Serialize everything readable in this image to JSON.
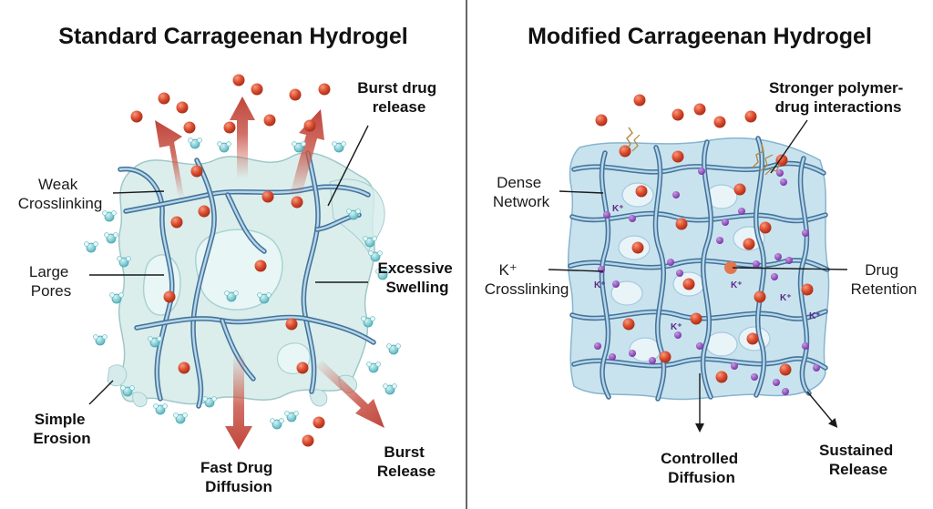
{
  "panels": {
    "standard": {
      "title": "Standard Carrageenan Hydrogel",
      "labels": {
        "weak_1": "Weak",
        "weak_2": "Crosslinking",
        "pores_1": "Large",
        "pores_2": "Pores",
        "erosion_1": "Simple",
        "erosion_2": "Erosion",
        "fast_1": "Fast Drug",
        "fast_2": "Diffusion",
        "burst_top_1": "Burst drug",
        "burst_top_2": "release",
        "swelling_1": "Excessive",
        "swelling_2": "Swelling",
        "burst_bottom_1": "Burst",
        "burst_bottom_2": "Release"
      }
    },
    "modified": {
      "title": "Modified Carrageenan Hydrogel",
      "labels": {
        "dense_1": "Dense",
        "dense_2": "Network",
        "k_1": "K⁺",
        "k_2": "Crosslinking",
        "stronger_1": "Stronger polymer-",
        "stronger_2": "drug interactions",
        "retention_1": "Drug",
        "retention_2": "Retention",
        "controlled_1": "Controlled",
        "controlled_2": "Diffusion",
        "sustained_1": "Sustained",
        "sustained_2": "Release"
      },
      "k_marker": "K⁺"
    }
  },
  "colors": {
    "drug": "#d9482b",
    "water": "#6cc3cc",
    "potassium": "#8a43b8",
    "gel_loose": "#cfe8e6",
    "gel_dense": "#bcdcea",
    "fiber": "#44739a",
    "arrow_release": "#c9574a"
  }
}
